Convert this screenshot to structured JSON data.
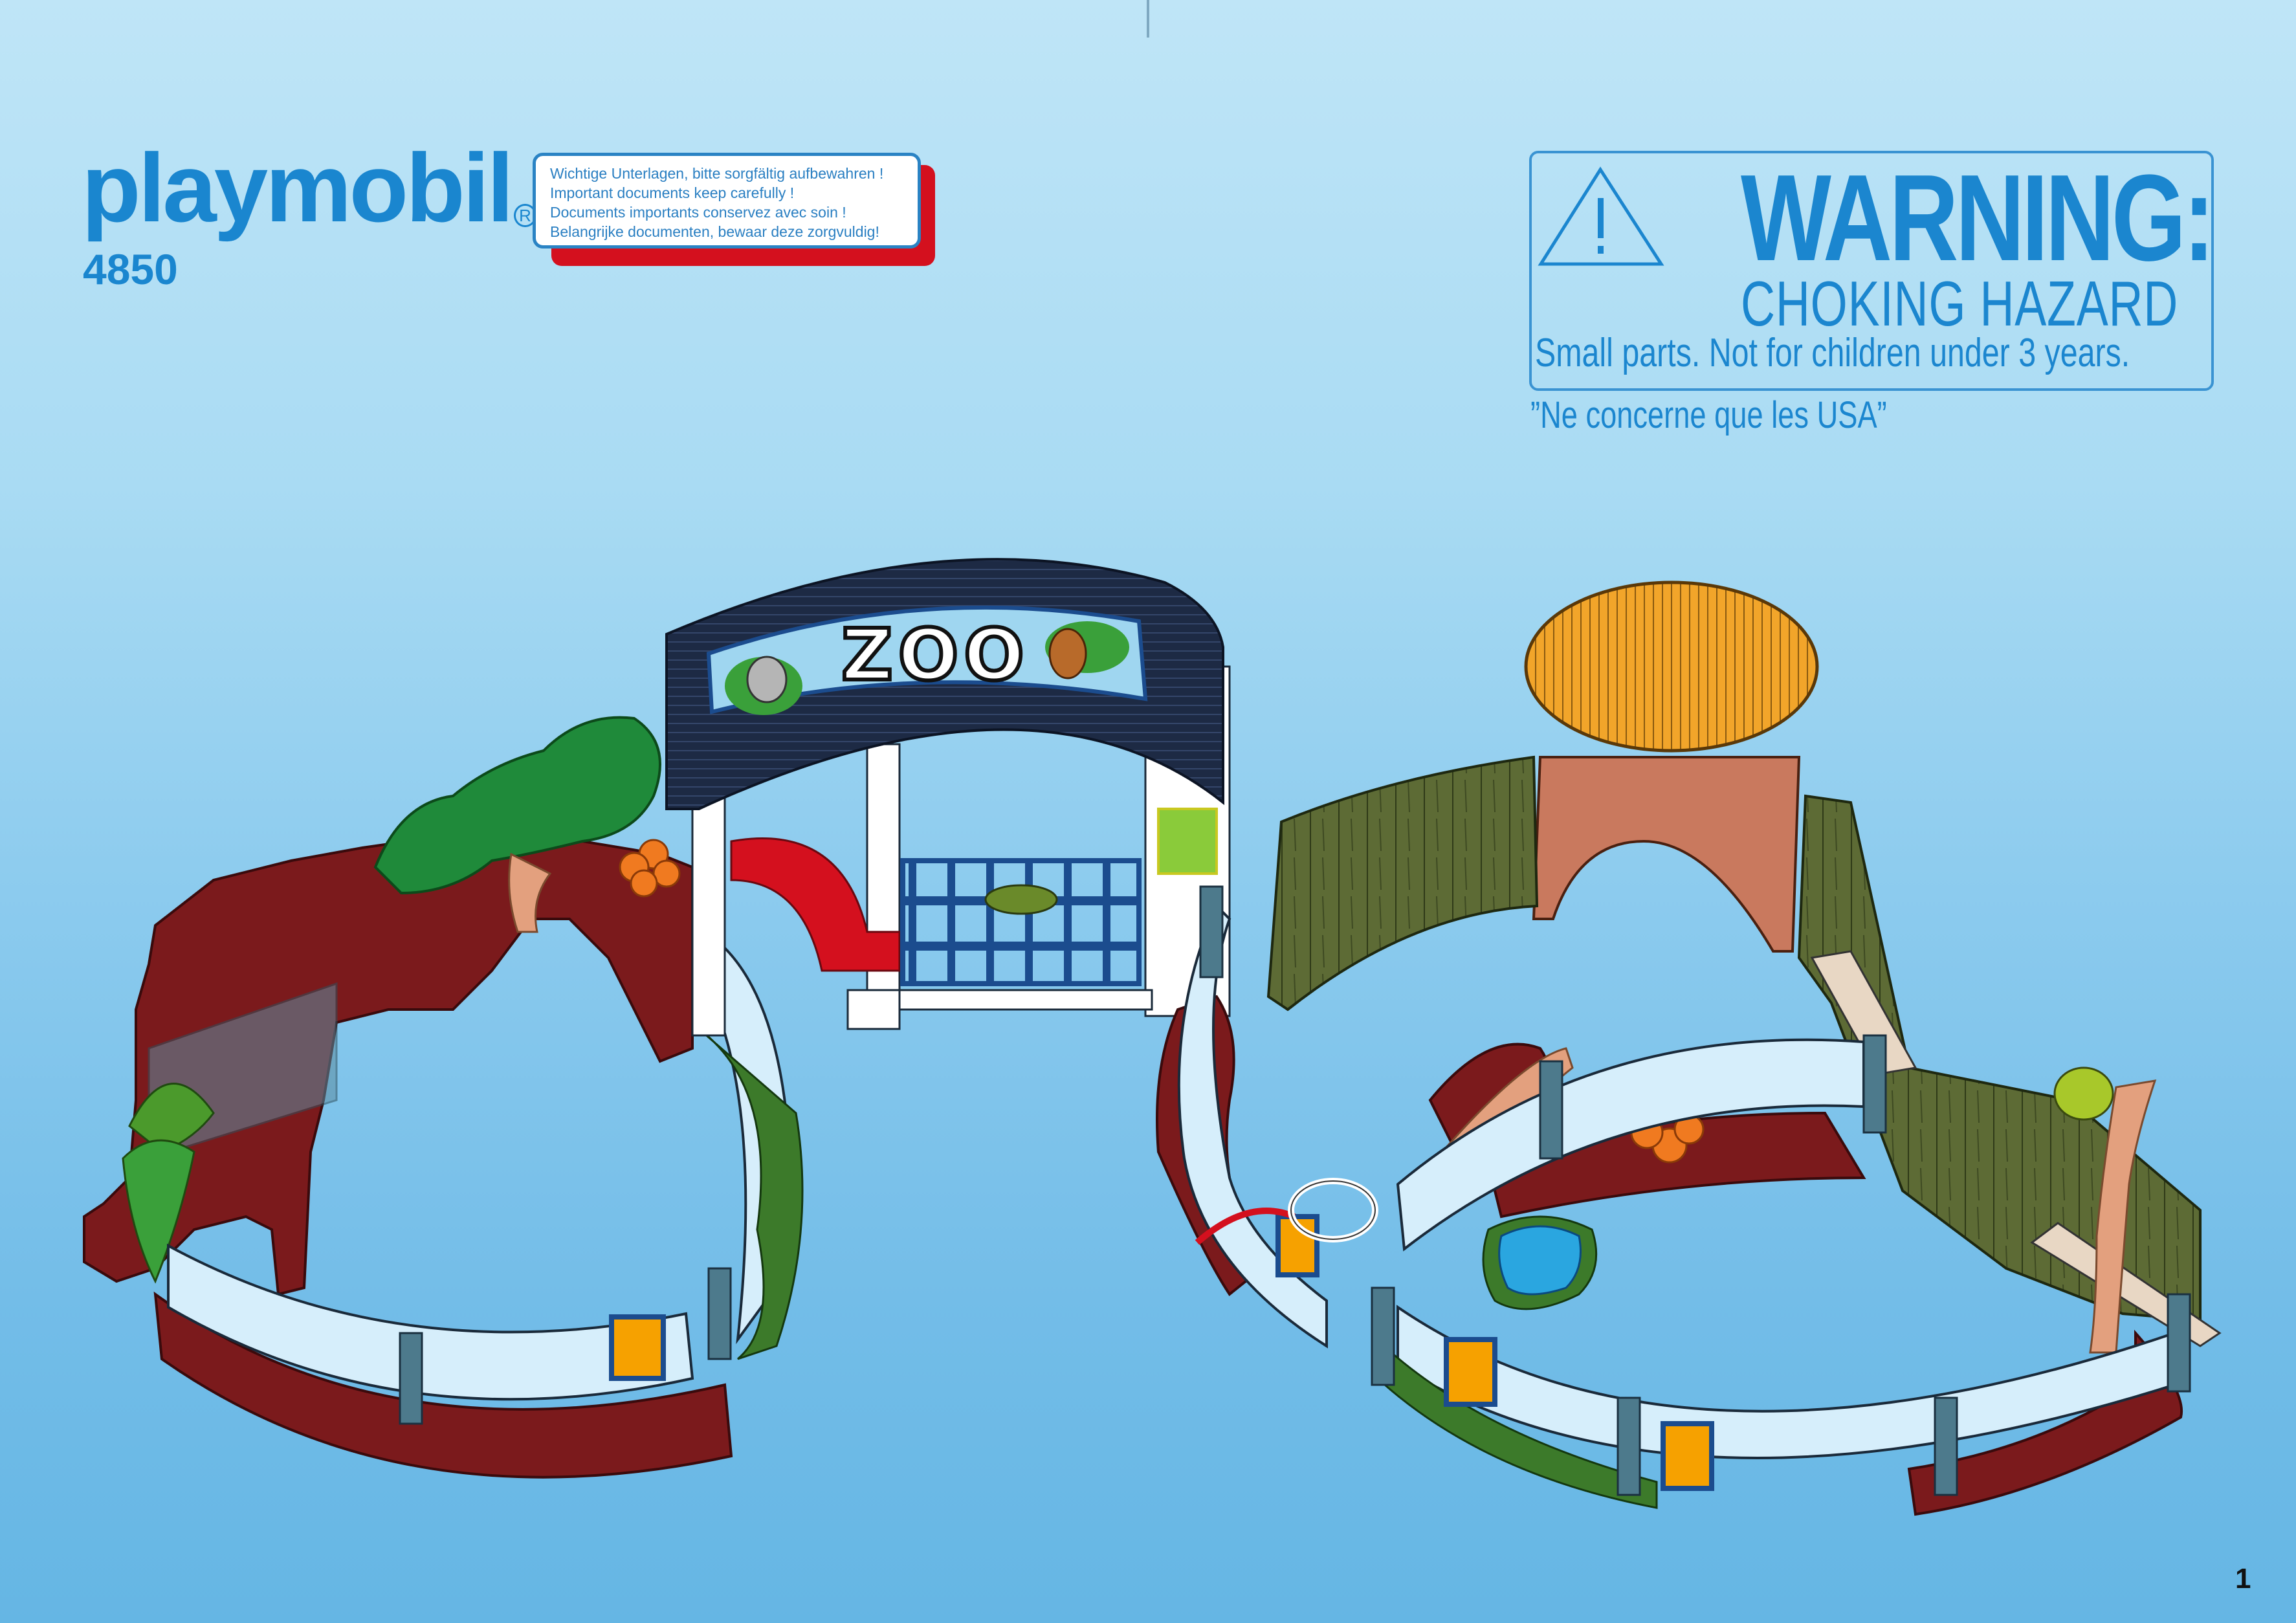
{
  "brand": {
    "logo_text": "playmobil",
    "registered_mark": "R",
    "item_number": "4850"
  },
  "keep_note": {
    "lines": [
      "Wichtige Unterlagen, bitte sorgfältig aufbewahren !",
      "Important documents keep carefully !",
      "Documents importants conservez avec soin !",
      "Belangrijke documenten, bewaar deze zorgvuldig!"
    ]
  },
  "warning": {
    "icon": "warning-triangle-icon",
    "title": "WARNING:",
    "subtitle": "CHOKING HAZARD",
    "detail": "Small parts. Not for children under 3 years.",
    "usa_note": "”Ne concerne que les USA”"
  },
  "illustration": {
    "sign_text": "ZOO",
    "components": [
      "zoo-entrance-arch",
      "rock-enclosure",
      "thatched-hut",
      "wooden-palisade",
      "transparent-fence-panels",
      "pond",
      "info-signs"
    ]
  },
  "colors": {
    "brand_blue": "#1a86cf",
    "note_red": "#d4101e",
    "arch_navy": "#1d2a44",
    "rock_red": "#7a1a1c",
    "fence_panel": "#d6eefb",
    "palisade_green": "#5a6a33",
    "hut_roof": "#f2a52a",
    "hut_wall": "#c9795e"
  },
  "page_number": "1"
}
